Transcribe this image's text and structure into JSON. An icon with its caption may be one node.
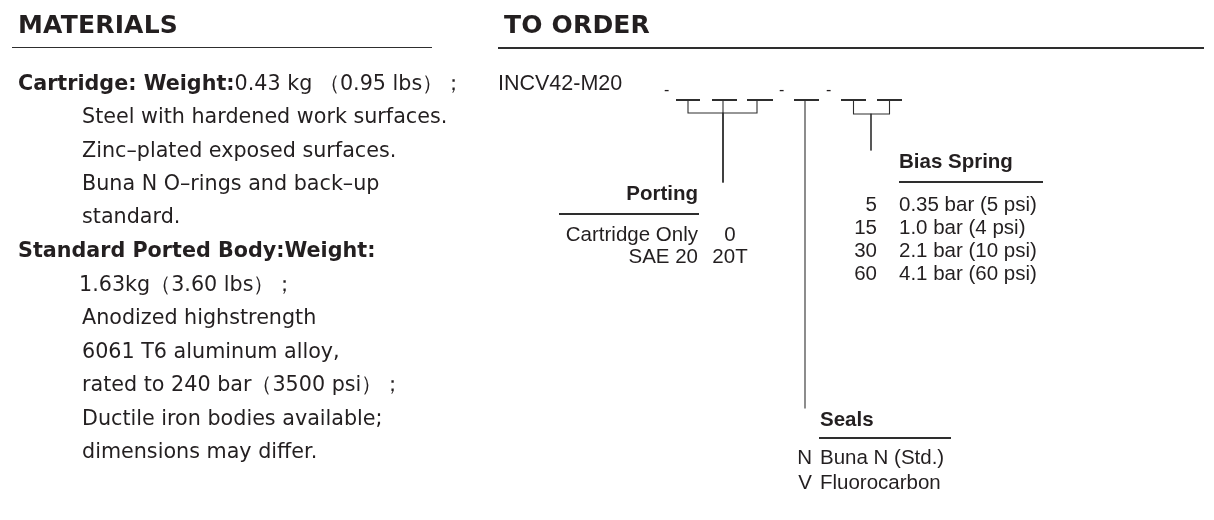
{
  "diagram": {
    "nodes": [
      {
        "text": [],
        "shape": "line"
      },
      {
        "text": [],
        "shape": "line"
      },
      {
        "text": [],
        "shape": "line"
      },
      {
        "text": [],
        "shape": "line"
      },
      {
        "text": [],
        "shape": "line"
      },
      {
        "text": [],
        "shape": "line"
      },
      {
        "text": [
          "Porting",
          "Cartridge Only",
          "0",
          "SAE 20",
          "20T"
        ]
      },
      {
        "text": [
          "Seals",
          "N",
          "Buna N (Std.)",
          "V",
          "Fluorocarbon"
        ]
      },
      {
        "text": [
          "Bias Spring",
          "5",
          "0.35 bar (5 psi)",
          "15",
          "1.0 bar (4 psi)",
          "30",
          "2.1 bar (10 psi)",
          "60",
          "4.1 bar (60 psi)"
        ]
      }
    ],
    "edges": [
      {
        "from": 0,
        "to": 6,
        "arrow": "none"
      },
      {
        "from": 1,
        "to": 6,
        "arrow": "none"
      },
      {
        "from": 2,
        "to": 6,
        "arrow": "none"
      },
      {
        "from": 3,
        "to": 7,
        "arrow": "none"
      },
      {
        "from": 4,
        "to": 8,
        "arrow": "none"
      },
      {
        "from": 5,
        "to": 8,
        "arrow": "none"
      }
    ],
    "labels": [
      "MATERIALS",
      "**Cartridge: Weight:**0.43 kg （0.95 lbs）；",
      "Steel with hardened work surfaces.",
      "Zinc–plated exposed surfaces.",
      "Buna N O–rings and back–up standard.",
      "Standard Ported Body:Weight:",
      "1.63kg（3.60 lbs）；",
      "Anodized highstrength",
      "6061 T6 aluminum alloy,",
      "rated to 240 bar（3500 psi）；",
      "Ductile iron bodies available;",
      "dimensions may differ.",
      "TO ORDER",
      "INCV42-M20",
      "-",
      "-",
      "-"
    ]
  }
}
